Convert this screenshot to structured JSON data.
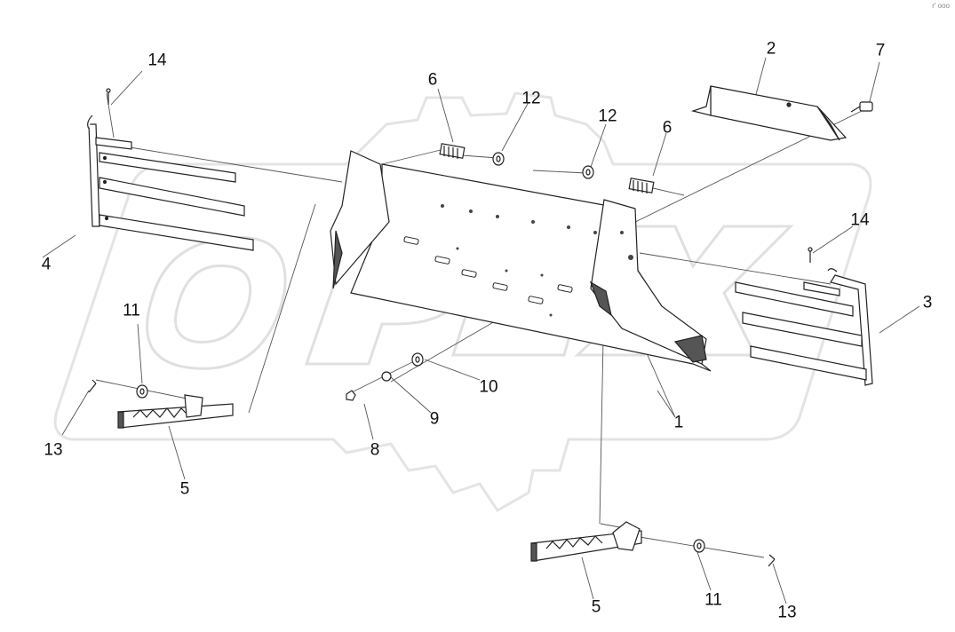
{
  "watermark": {
    "text": "OPEX",
    "color": "#e6e6e6"
  },
  "corner_mark": "r' ooo",
  "part_labels": {
    "p1": "1",
    "p2": "2",
    "p3": "3",
    "p4": "4",
    "p5_left": "5",
    "p5_right": "5",
    "p6_left": "6",
    "p6_right": "6",
    "p7": "7",
    "p8": "8",
    "p9": "9",
    "p10": "10",
    "p11_left": "11",
    "p11_right": "11",
    "p12_left": "12",
    "p12_right": "12",
    "p13_left": "13",
    "p13_right": "13",
    "p14_left": "14",
    "p14_right": "14"
  },
  "colors": {
    "line": "#222222",
    "leader": "#555555",
    "fill": "#ffffff",
    "shade": "#444444"
  }
}
